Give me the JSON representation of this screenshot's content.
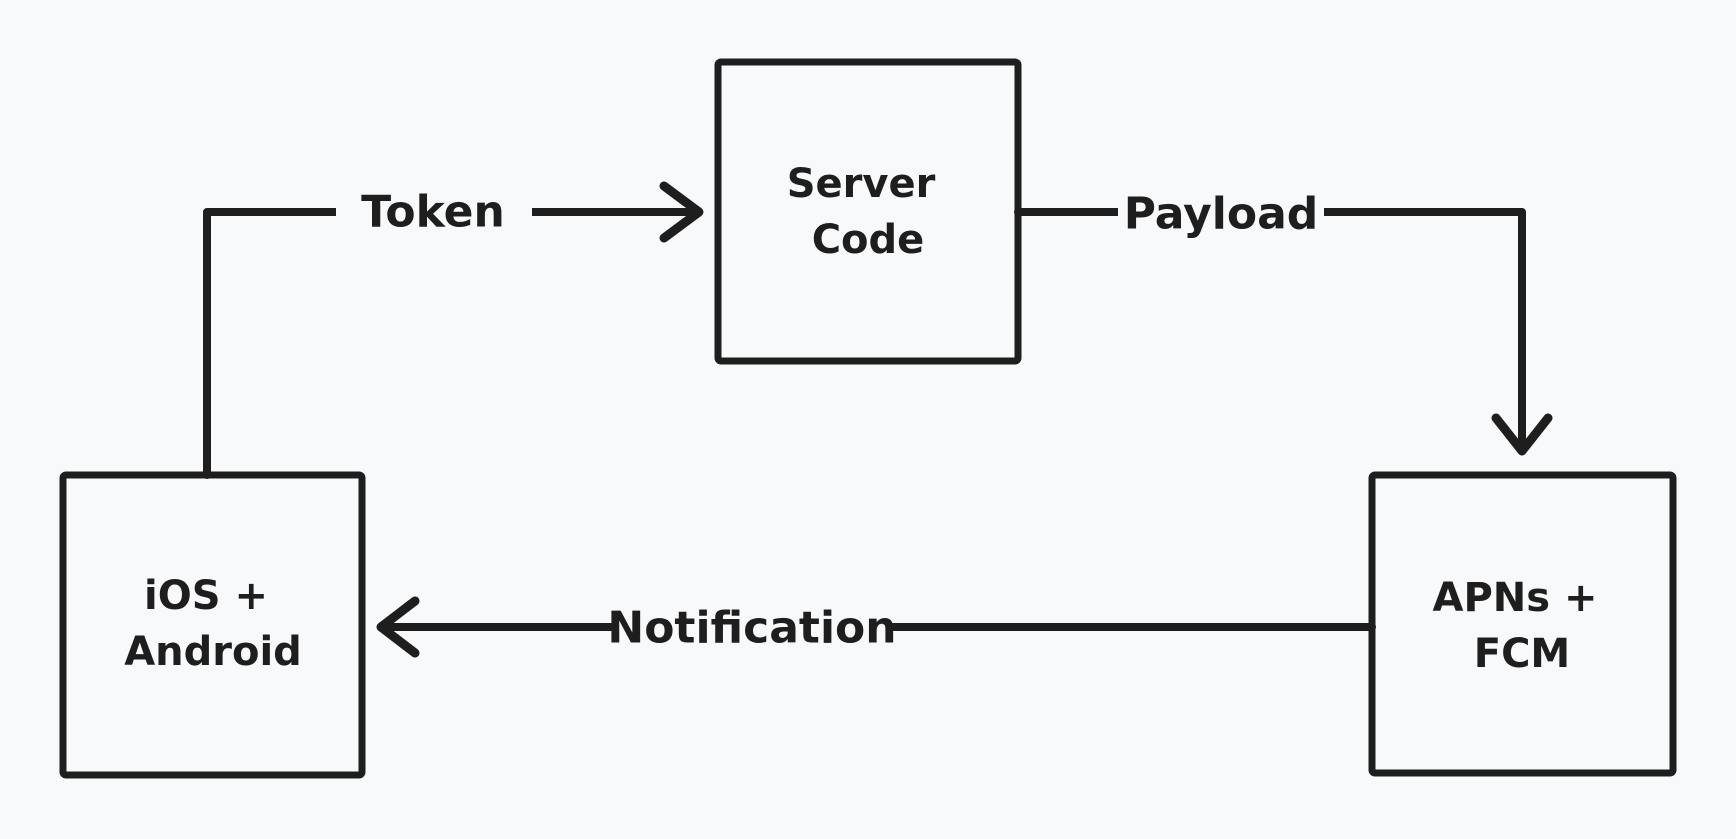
{
  "colors": {
    "background": "#f8f9fa",
    "stroke": "#1e1e1e"
  },
  "nodes": {
    "server": {
      "line1": "Server",
      "line2": "Code"
    },
    "ios": {
      "line1": "iOS +",
      "line2": "Android"
    },
    "apns": {
      "line1": "APNs +",
      "line2": "FCM"
    }
  },
  "edges": {
    "token": {
      "label": "Token",
      "from": "iOS + Android",
      "to": "Server Code"
    },
    "payload": {
      "label": "Payload",
      "from": "Server Code",
      "to": "APNs + FCM"
    },
    "notification": {
      "label": "Notification",
      "from": "APNs + FCM",
      "to": "iOS + Android"
    }
  }
}
